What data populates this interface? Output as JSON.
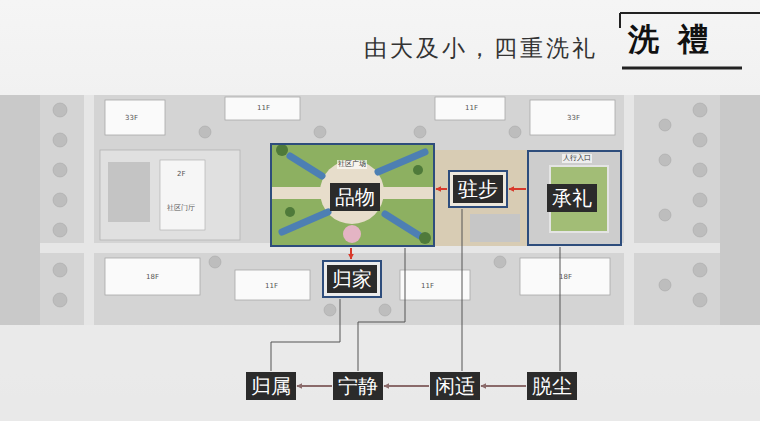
{
  "diagram": {
    "title": "由大及小，四重洗礼",
    "nodes": [
      {
        "text": [
          "品物"
        ]
      },
      {
        "text": [
          "驻步"
        ]
      },
      {
        "text": [
          "承礼"
        ]
      },
      {
        "text": [
          "归家"
        ]
      },
      {
        "text": [
          "归属"
        ]
      },
      {
        "text": [
          "宁静"
        ]
      },
      {
        "text": [
          "闲适"
        ]
      },
      {
        "text": [
          "脱尘"
        ]
      }
    ],
    "edges": [
      {
        "from": 2,
        "to": 1,
        "arrow": "to"
      },
      {
        "from": 1,
        "to": 0,
        "arrow": "to"
      },
      {
        "from": 0,
        "to": 3,
        "arrow": "to"
      },
      {
        "from": 7,
        "to": 6,
        "arrow": "to"
      },
      {
        "from": 6,
        "to": 5,
        "arrow": "to"
      },
      {
        "from": 5,
        "to": 4,
        "arrow": "to"
      },
      {
        "from": 3,
        "to": 4,
        "arrow": "none"
      },
      {
        "from": 0,
        "to": 5,
        "arrow": "none"
      },
      {
        "from": 1,
        "to": 6,
        "arrow": "none"
      },
      {
        "from": 2,
        "to": 7,
        "arrow": "none"
      }
    ],
    "labels": [
      "洗 禮",
      "33F",
      "11F",
      "11F",
      "33F",
      "2F",
      "社区门厅",
      "社区广场",
      "人行入口",
      "18F",
      "11F",
      "11F",
      "18F"
    ]
  }
}
